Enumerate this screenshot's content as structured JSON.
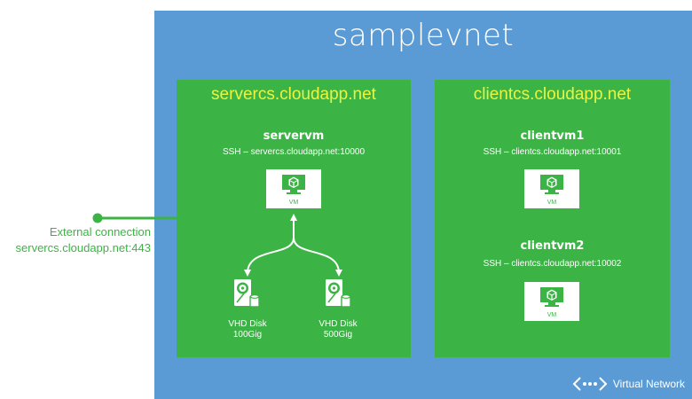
{
  "vnet": {
    "title": "samplevnet",
    "badge_label": "Virtual Network",
    "badge_icon": "virtual-network-icon"
  },
  "clouds": [
    {
      "title": "servercs.cloudapp.net",
      "vms": [
        {
          "name": "servervm",
          "ssh": "SSH – servercs.cloudapp.net:10000",
          "box_label": "VM"
        }
      ],
      "disks": [
        {
          "line1": "VHD Disk",
          "line2": "100Gig"
        },
        {
          "line1": "VHD Disk",
          "line2": "500Gig"
        }
      ]
    },
    {
      "title": "clientcs.cloudapp.net",
      "vms": [
        {
          "name": "clientvm1",
          "ssh": "SSH – clientcs.cloudapp.net:10001",
          "box_label": "VM"
        },
        {
          "name": "clientvm2",
          "ssh": "SSH – clientcs.cloudapp.net:10002",
          "box_label": "VM"
        }
      ]
    }
  ],
  "external": {
    "label": "External connection",
    "endpoint": "servercs.cloudapp.net:443"
  },
  "colors": {
    "vnet_blue": "#5b9bd5",
    "cloud_green": "#3cb445",
    "title_yellow": "#e9f542",
    "white": "#ffffff"
  }
}
